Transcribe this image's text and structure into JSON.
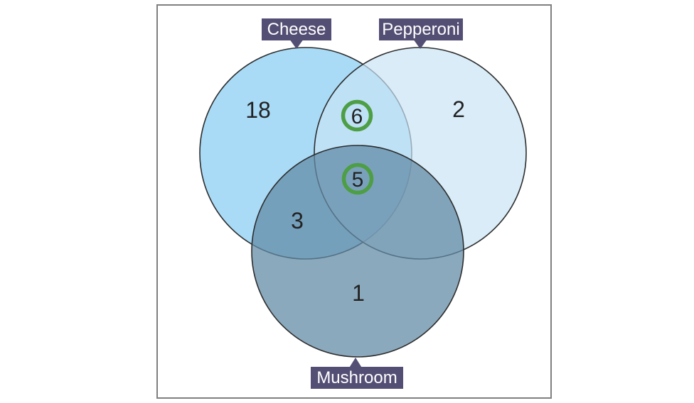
{
  "venn": {
    "sets": {
      "cheese": "Cheese",
      "pepperoni": "Pepperoni",
      "mushroom": "Mushroom"
    },
    "counts": {
      "cheese_only": "18",
      "pepperoni_only": "2",
      "mushroom_only": "1",
      "cheese_and_pepperoni": "6",
      "cheese_and_mushroom": "3",
      "all_three": "5"
    },
    "circled_counts": [
      "6",
      "5"
    ]
  },
  "colors": {
    "cheese_fill": "#a9dbf7",
    "pepperoni_fill": "#c8e3f5",
    "mushroom_fill": "#628ba6",
    "circle_outline": "#2d2d2d",
    "highlight_ring_green": "#4d9e44",
    "label_background": "#534e73",
    "label_text": "#ffffff",
    "number_text": "#222222",
    "panel_border": "#7f7f7f"
  }
}
